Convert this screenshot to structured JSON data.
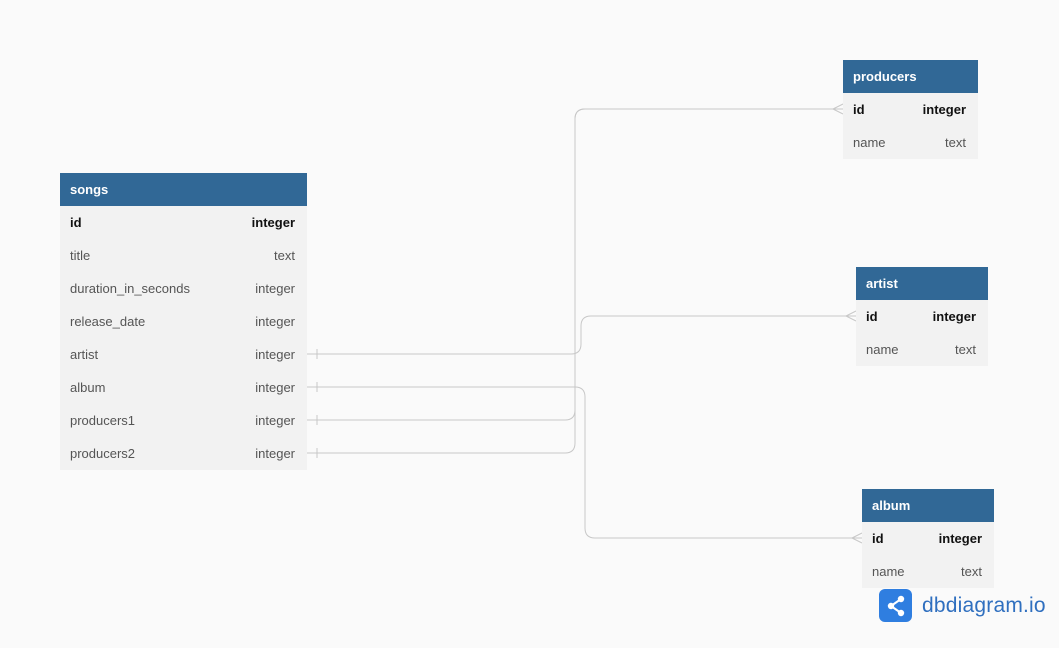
{
  "tables": {
    "songs": {
      "name": "songs",
      "fields": [
        {
          "name": "id",
          "type": "integer"
        },
        {
          "name": "title",
          "type": "text"
        },
        {
          "name": "duration_in_seconds",
          "type": "integer"
        },
        {
          "name": "release_date",
          "type": "integer"
        },
        {
          "name": "artist",
          "type": "integer"
        },
        {
          "name": "album",
          "type": "integer"
        },
        {
          "name": "producers1",
          "type": "integer"
        },
        {
          "name": "producers2",
          "type": "integer"
        }
      ]
    },
    "producers": {
      "name": "producers",
      "fields": [
        {
          "name": "id",
          "type": "integer"
        },
        {
          "name": "name",
          "type": "text"
        }
      ]
    },
    "artist": {
      "name": "artist",
      "fields": [
        {
          "name": "id",
          "type": "integer"
        },
        {
          "name": "name",
          "type": "text"
        }
      ]
    },
    "album": {
      "name": "album",
      "fields": [
        {
          "name": "id",
          "type": "integer"
        },
        {
          "name": "name",
          "type": "text"
        }
      ]
    }
  },
  "relationships": [
    {
      "from": "songs.artist",
      "to": "artist.id",
      "from_cardinality": "one",
      "to_cardinality": "many"
    },
    {
      "from": "songs.album",
      "to": "album.id",
      "from_cardinality": "one",
      "to_cardinality": "many"
    },
    {
      "from": "songs.producers1",
      "to": "producers.id",
      "from_cardinality": "one",
      "to_cardinality": "many"
    },
    {
      "from": "songs.producers2",
      "to": "producers.id",
      "from_cardinality": "one",
      "to_cardinality": "many"
    }
  ],
  "branding": {
    "logo_text": "dbdiagram.io",
    "logo_icon": "share-icon",
    "accent_color": "#2f7ee0"
  },
  "colors": {
    "header_bg": "#316896",
    "table_bg": "#f2f2f2",
    "line": "#c8c8c8"
  }
}
